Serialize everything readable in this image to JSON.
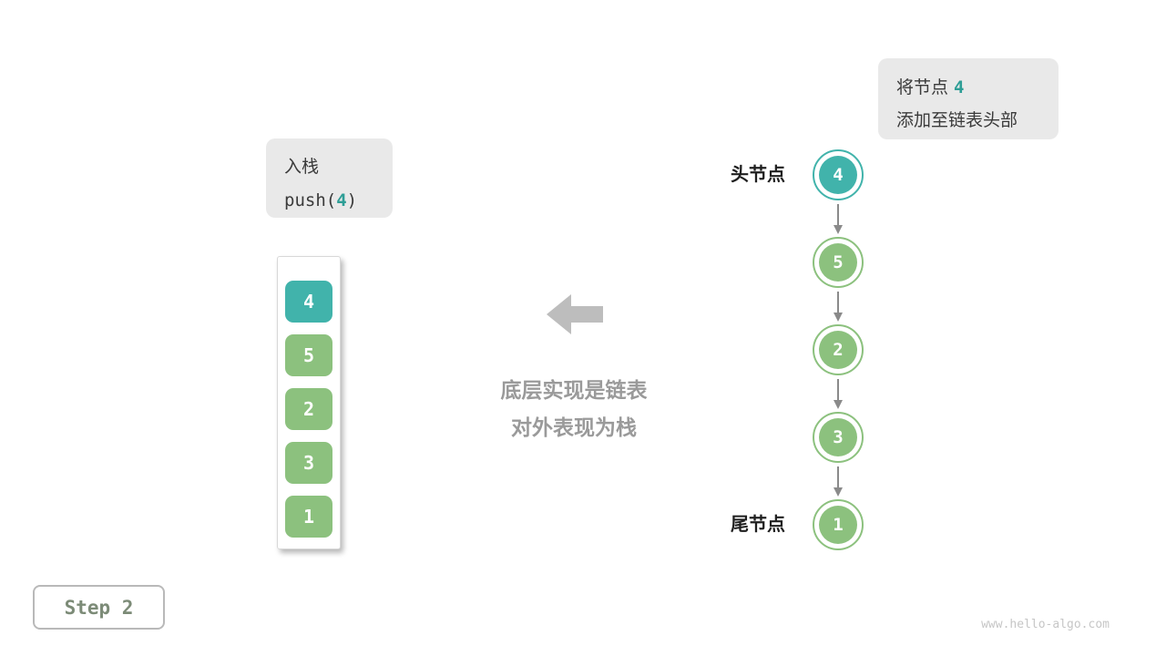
{
  "note": {
    "line1_text": "将节点",
    "line1_value": "4",
    "line2": "添加至链表头部"
  },
  "op": {
    "title": "入栈",
    "code_prefix": "push(",
    "code_value": "4",
    "code_suffix": ")"
  },
  "stack": {
    "items": [
      {
        "value": "4",
        "color": "teal"
      },
      {
        "value": "5",
        "color": "green"
      },
      {
        "value": "2",
        "color": "green"
      },
      {
        "value": "3",
        "color": "green"
      },
      {
        "value": "1",
        "color": "green"
      }
    ]
  },
  "caption": {
    "line1": "底层实现是链表",
    "line2": "对外表现为栈"
  },
  "list": {
    "head_label": "头节点",
    "tail_label": "尾节点",
    "nodes": [
      {
        "value": "4",
        "color": "teal"
      },
      {
        "value": "5",
        "color": "green"
      },
      {
        "value": "2",
        "color": "green"
      },
      {
        "value": "3",
        "color": "green"
      },
      {
        "value": "1",
        "color": "green"
      }
    ]
  },
  "footer": {
    "step_label": "Step 2",
    "watermark": "www.hello-algo.com"
  },
  "colors": {
    "teal": "#41b3ab",
    "green": "#8cc17e",
    "note_bg": "#e9e9e9",
    "arrow_gray": "#bdbdbd",
    "caption_gray": "#9a9a9a"
  }
}
